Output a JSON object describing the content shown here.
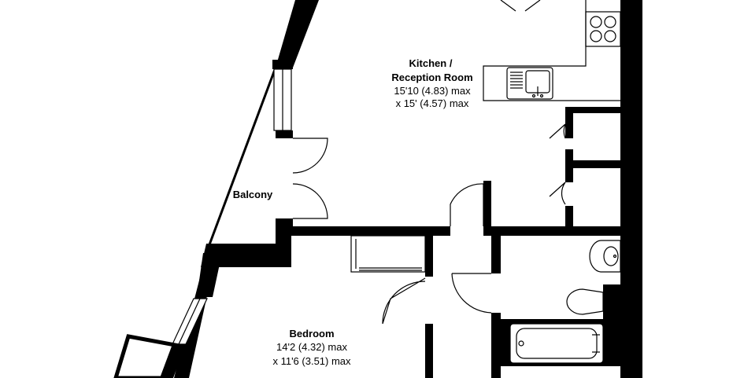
{
  "rooms": {
    "kitchen": {
      "name_line1": "Kitchen /",
      "name_line2": "Reception Room",
      "dim_line1": "15'10 (4.83) max",
      "dim_line2": "x 15' (4.57) max"
    },
    "balcony": {
      "name": "Balcony"
    },
    "bedroom": {
      "name": "Bedroom",
      "dim_line1": "14'2 (4.32) max",
      "dim_line2": "x 11'6 (3.51) max"
    }
  }
}
